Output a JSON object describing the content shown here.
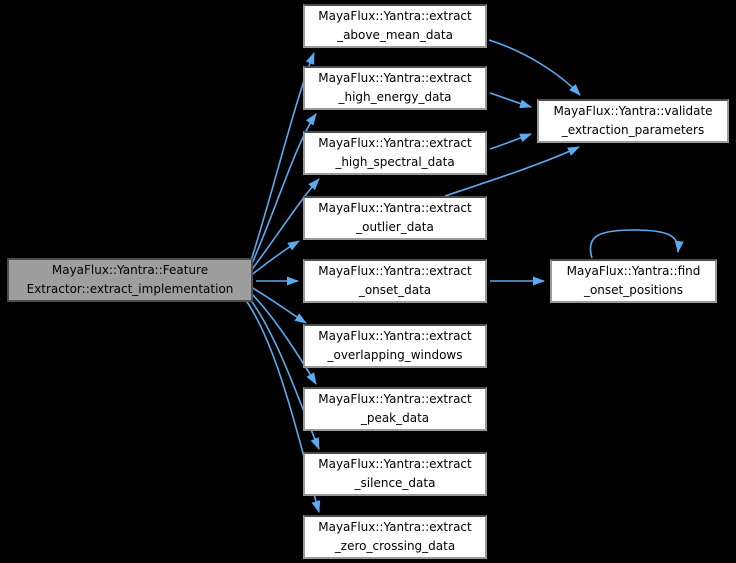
{
  "diagram": {
    "kind": "doxygen-call-graph",
    "background_color": "#000000",
    "edge_color": "#5babf0",
    "node_fill": "#ffffff",
    "focus_node_fill": "#9e9e9e",
    "node_border": "#9a9a9a",
    "focus_node_border": "#4d4d4d",
    "text_color": "#000000"
  },
  "nodes": {
    "focus": {
      "lines": [
        "MayaFlux::Yantra::Feature",
        "Extractor::extract_implementation"
      ]
    },
    "above_mean": {
      "lines": [
        "MayaFlux::Yantra::extract",
        "_above_mean_data"
      ]
    },
    "high_energy": {
      "lines": [
        "MayaFlux::Yantra::extract",
        "_high_energy_data"
      ]
    },
    "high_spectral": {
      "lines": [
        "MayaFlux::Yantra::extract",
        "_high_spectral_data"
      ]
    },
    "outlier": {
      "lines": [
        "MayaFlux::Yantra::extract",
        "_outlier_data"
      ]
    },
    "onset": {
      "lines": [
        "MayaFlux::Yantra::extract",
        "_onset_data"
      ]
    },
    "overlapping": {
      "lines": [
        "MayaFlux::Yantra::extract",
        "_overlapping_windows"
      ]
    },
    "peak": {
      "lines": [
        "MayaFlux::Yantra::extract",
        "_peak_data"
      ]
    },
    "silence": {
      "lines": [
        "MayaFlux::Yantra::extract",
        "_silence_data"
      ]
    },
    "zero_crossing": {
      "lines": [
        "MayaFlux::Yantra::extract",
        "_zero_crossing_data"
      ]
    },
    "validate": {
      "lines": [
        "MayaFlux::Yantra::validate",
        "_extraction_parameters"
      ]
    },
    "find": {
      "lines": [
        "MayaFlux::Yantra::find",
        "_onset_positions"
      ]
    }
  },
  "edges": [
    {
      "from": "FeatureExtractor::extract_implementation",
      "to": "extract_above_mean_data"
    },
    {
      "from": "FeatureExtractor::extract_implementation",
      "to": "extract_high_energy_data"
    },
    {
      "from": "FeatureExtractor::extract_implementation",
      "to": "extract_high_spectral_data"
    },
    {
      "from": "FeatureExtractor::extract_implementation",
      "to": "extract_outlier_data"
    },
    {
      "from": "FeatureExtractor::extract_implementation",
      "to": "extract_onset_data"
    },
    {
      "from": "FeatureExtractor::extract_implementation",
      "to": "extract_overlapping_windows"
    },
    {
      "from": "FeatureExtractor::extract_implementation",
      "to": "extract_peak_data"
    },
    {
      "from": "FeatureExtractor::extract_implementation",
      "to": "extract_silence_data"
    },
    {
      "from": "FeatureExtractor::extract_implementation",
      "to": "extract_zero_crossing_data"
    },
    {
      "from": "extract_above_mean_data",
      "to": "validate_extraction_parameters"
    },
    {
      "from": "extract_high_energy_data",
      "to": "validate_extraction_parameters"
    },
    {
      "from": "extract_high_spectral_data",
      "to": "validate_extraction_parameters"
    },
    {
      "from": "extract_outlier_data",
      "to": "validate_extraction_parameters"
    },
    {
      "from": "extract_onset_data",
      "to": "find_onset_positions"
    },
    {
      "from": "find_onset_positions",
      "to": "find_onset_positions"
    }
  ]
}
